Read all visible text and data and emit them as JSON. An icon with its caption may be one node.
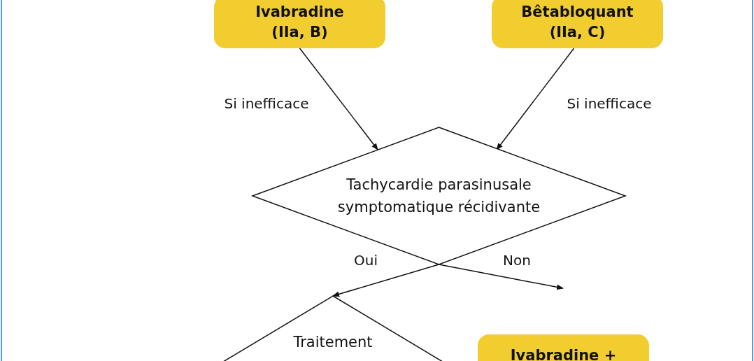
{
  "diagram": {
    "nodes": [
      {
        "text": [
          "Ivabradine",
          "(IIa, B)"
        ]
      },
      {
        "text": [
          "Bêtabloquant",
          "(IIa, C)"
        ]
      },
      {
        "text": [
          "Tachycardie parasinusale symptomatique récidivante"
        ]
      },
      {
        "text": [
          "Traitement"
        ]
      },
      {
        "text": [
          "Ivabradine +"
        ]
      }
    ],
    "edges": [
      {
        "from": 0,
        "to": 2,
        "arrow": "to",
        "label": "Si inefficace"
      },
      {
        "from": 1,
        "to": 2,
        "arrow": "to",
        "label": "Si inefficace"
      },
      {
        "from": 2,
        "to": 3,
        "arrow": "to",
        "label": "Oui"
      },
      {
        "from": 2,
        "to": null,
        "arrow": "to",
        "label": "Non"
      }
    ]
  }
}
